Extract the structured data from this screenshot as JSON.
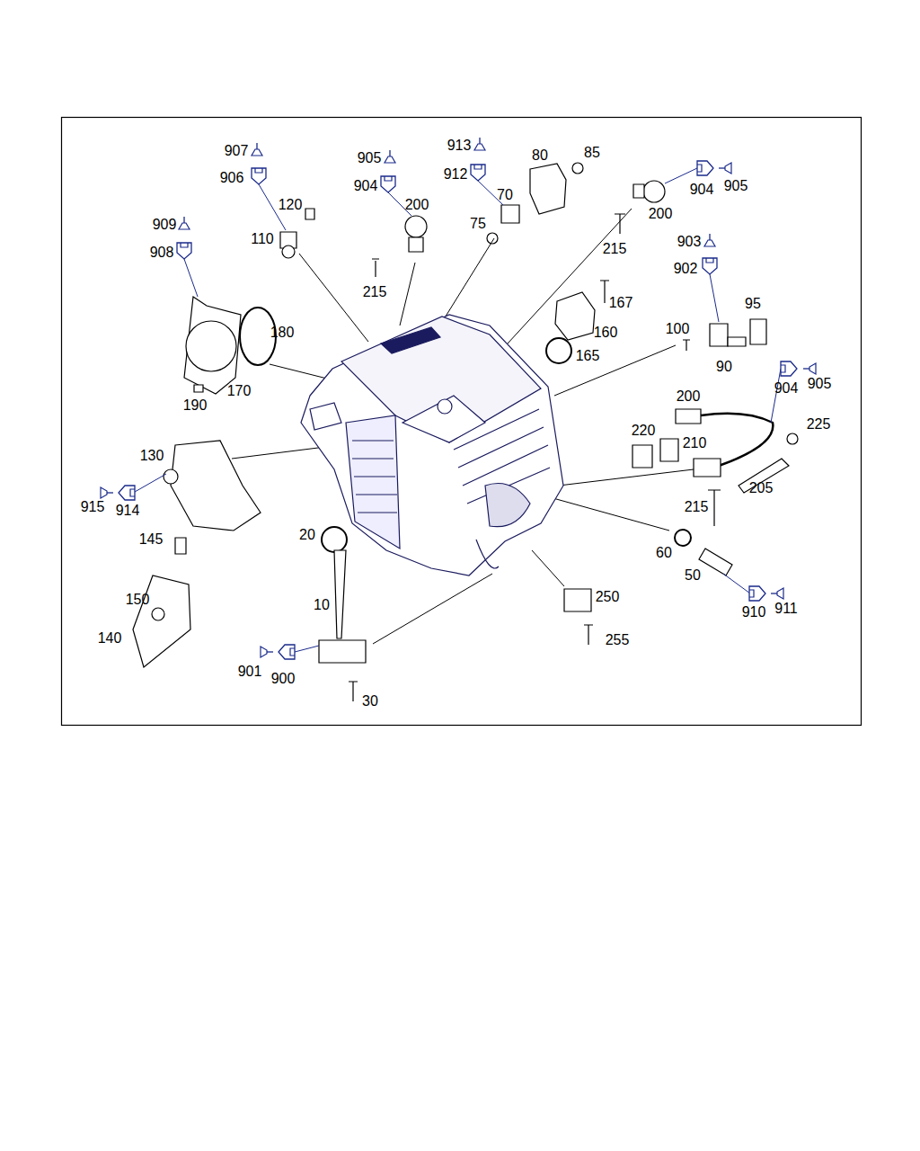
{
  "diagram": {
    "labels": [
      "907",
      "906",
      "905",
      "904",
      "913",
      "912",
      "80",
      "85",
      "120",
      "200",
      "70",
      "75",
      "904",
      "905",
      "200",
      "909",
      "908",
      "110",
      "215",
      "903",
      "902",
      "215",
      "167",
      "95",
      "180",
      "160",
      "100",
      "165",
      "90",
      "170",
      "904",
      "905",
      "190",
      "200",
      "225",
      "220",
      "210",
      "130",
      "205",
      "215",
      "915",
      "914",
      "20",
      "145",
      "60",
      "50",
      "250",
      "150",
      "10",
      "910",
      "911",
      "255",
      "140",
      "901",
      "900",
      "30"
    ]
  }
}
